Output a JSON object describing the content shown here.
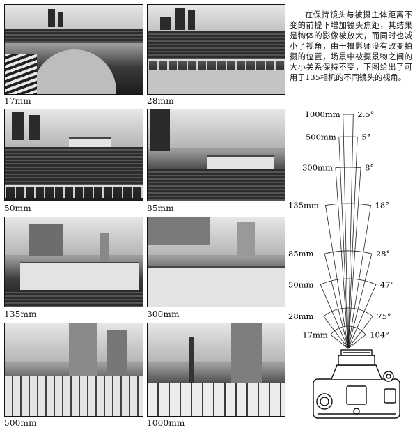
{
  "description": "在保持镜头与被摄主体距离不变的前提下增加镜头焦距，其结果是物体的影像被放大，而同时也减小了视角，由于摄影师没有改变拍摄的位置，场景中被摄景物之间的大小关系保持不变，下图给出了可用于135相机的不同镜头的视角。",
  "photos": [
    {
      "caption": "17mm"
    },
    {
      "caption": "28mm"
    },
    {
      "caption": "50mm"
    },
    {
      "caption": "85mm"
    },
    {
      "caption": "135mm"
    },
    {
      "caption": "300mm"
    },
    {
      "caption": "500mm"
    },
    {
      "caption": "1000mm"
    }
  ],
  "lenses": [
    {
      "focal": "1000mm",
      "angle": "2.5°",
      "deg": 2.5
    },
    {
      "focal": "500mm",
      "angle": "5°",
      "deg": 5
    },
    {
      "focal": "300mm",
      "angle": "8°",
      "deg": 8
    },
    {
      "focal": "135mm",
      "angle": "18°",
      "deg": 18
    },
    {
      "focal": "85mm",
      "angle": "28°",
      "deg": 28
    },
    {
      "focal": "50mm",
      "angle": "47°",
      "deg": 47
    },
    {
      "focal": "28mm",
      "angle": "75°",
      "deg": 75
    },
    {
      "focal": "17mm",
      "angle": "104°",
      "deg": 104
    }
  ]
}
